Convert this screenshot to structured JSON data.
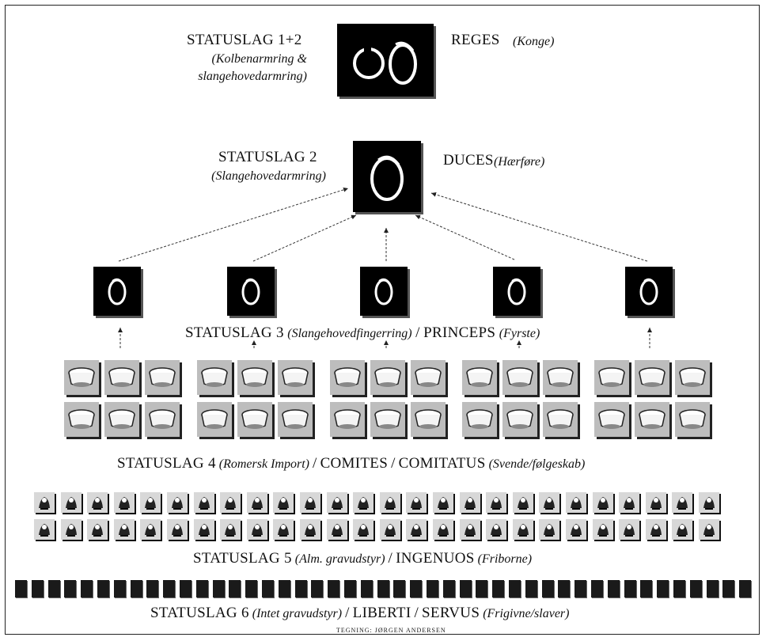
{
  "level12": {
    "label": "STATUSLAG 1+2",
    "sub1": "(Kolbenarmring &",
    "sub2": "slangehovedarmring)",
    "right_main": "REGES",
    "right_sub": "(Konge)"
  },
  "level2": {
    "label": "STATUSLAG 2",
    "sub": "(Slangehovedarmring)",
    "right_main": "DUCES",
    "right_sub": "(Hærføre)"
  },
  "level3": {
    "label": "STATUSLAG 3",
    "sub": "(Slangehovedfingerring)",
    "sep": "/",
    "right_main": "PRINCEPS",
    "right_sub": "(Fyrste)"
  },
  "level4": {
    "label": "STATUSLAG 4",
    "sub": "(Romersk Import)",
    "sep1": "/",
    "mid": "COMITES",
    "sep2": "/",
    "right_main": "COMITATUS",
    "right_sub": "(Svende/følgeskab)"
  },
  "level5": {
    "label": "STATUSLAG 5",
    "sub": "(Alm. gravudstyr)",
    "sep": "/",
    "right_main": "INGENUOS",
    "right_sub": "(Friborne)"
  },
  "level6": {
    "label": "STATUSLAG 6",
    "sub": "(Intet gravudstyr)",
    "sep1": "/",
    "mid": "LIBERTI",
    "sep2": "/",
    "right_main": "SERVUS",
    "right_sub": "(Frigivne/slaver)"
  },
  "credit": "TEGNING: JØRGEN ANDERSEN",
  "icons": {
    "level12": "arm-rings-icon",
    "level2": "snake-head-arm-ring-icon",
    "level3": "snake-head-finger-ring-icon",
    "level4": "roman-import-vessel-icon",
    "level5": "grave-goods-icon",
    "level6": "no-grave-goods-icon"
  },
  "colors": {
    "ink": "#111111",
    "box": "#000000",
    "gray": "#c9c9c9"
  }
}
